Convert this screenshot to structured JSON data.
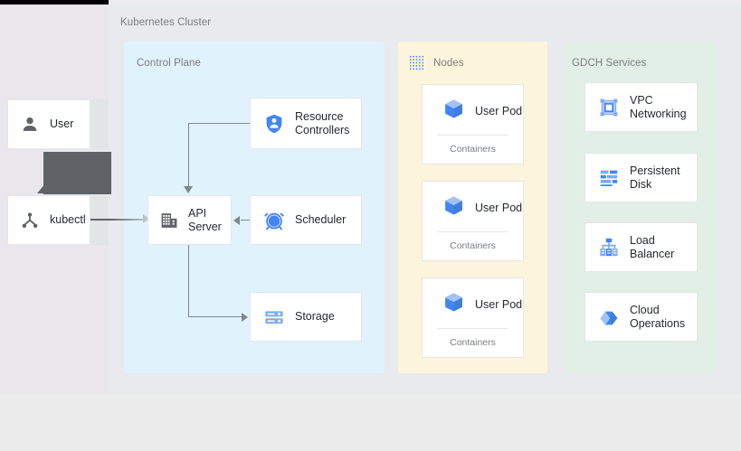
{
  "cluster": {
    "title": "Kubernetes Cluster"
  },
  "actors": [
    {
      "label": "User",
      "icon": "person-icon"
    },
    {
      "label": "kubectl",
      "icon": "kubectl-node-icon"
    }
  ],
  "tooltip": {
    "text": "",
    "color": "#5f6368"
  },
  "panels": {
    "control_plane": {
      "title": "Control Plane",
      "color": "#e0f3fd",
      "components": [
        {
          "label": "Resource Controllers",
          "icon": "shield-person-icon"
        },
        {
          "label": "API Server",
          "icon": "building-icon"
        },
        {
          "label": "Scheduler",
          "icon": "alarm-clock-icon"
        },
        {
          "label": "Storage",
          "icon": "database-icon"
        }
      ]
    },
    "nodes": {
      "title": "Nodes",
      "icon": "dotted-grid-icon",
      "color": "#fcf5dc",
      "pods": [
        {
          "label": "User Pod",
          "sublabel": "Containers",
          "icon": "cube-icon"
        },
        {
          "label": "User Pod",
          "sublabel": "Containers",
          "icon": "cube-icon"
        },
        {
          "label": "User Pod",
          "sublabel": "Containers",
          "icon": "cube-icon"
        }
      ]
    },
    "gdch": {
      "title": "GDCH Services",
      "color": "#e2efe6",
      "services": [
        {
          "label": "VPC Networking",
          "icon": "vpc-network-icon"
        },
        {
          "label": "Persistent Disk",
          "icon": "persistent-disk-icon"
        },
        {
          "label": "Load Balancer",
          "icon": "load-balancer-icon"
        },
        {
          "label": "Cloud Operations",
          "icon": "cloud-operations-icon"
        }
      ]
    }
  },
  "connections": [
    {
      "from": "kubectl",
      "to": "API Server"
    },
    {
      "from": "Resource Controllers",
      "to": "API Server"
    },
    {
      "from": "Scheduler",
      "to": "API Server"
    },
    {
      "from": "API Server",
      "to": "Storage"
    }
  ],
  "colors": {
    "accent_blue": "#4285f4",
    "light_blue": "#7baaf7",
    "surface": "#e8eaed",
    "left_column": "#e9e7ec",
    "page_background": "#ececec",
    "icon_dark": "#5f6368",
    "connector": "#80868b"
  }
}
